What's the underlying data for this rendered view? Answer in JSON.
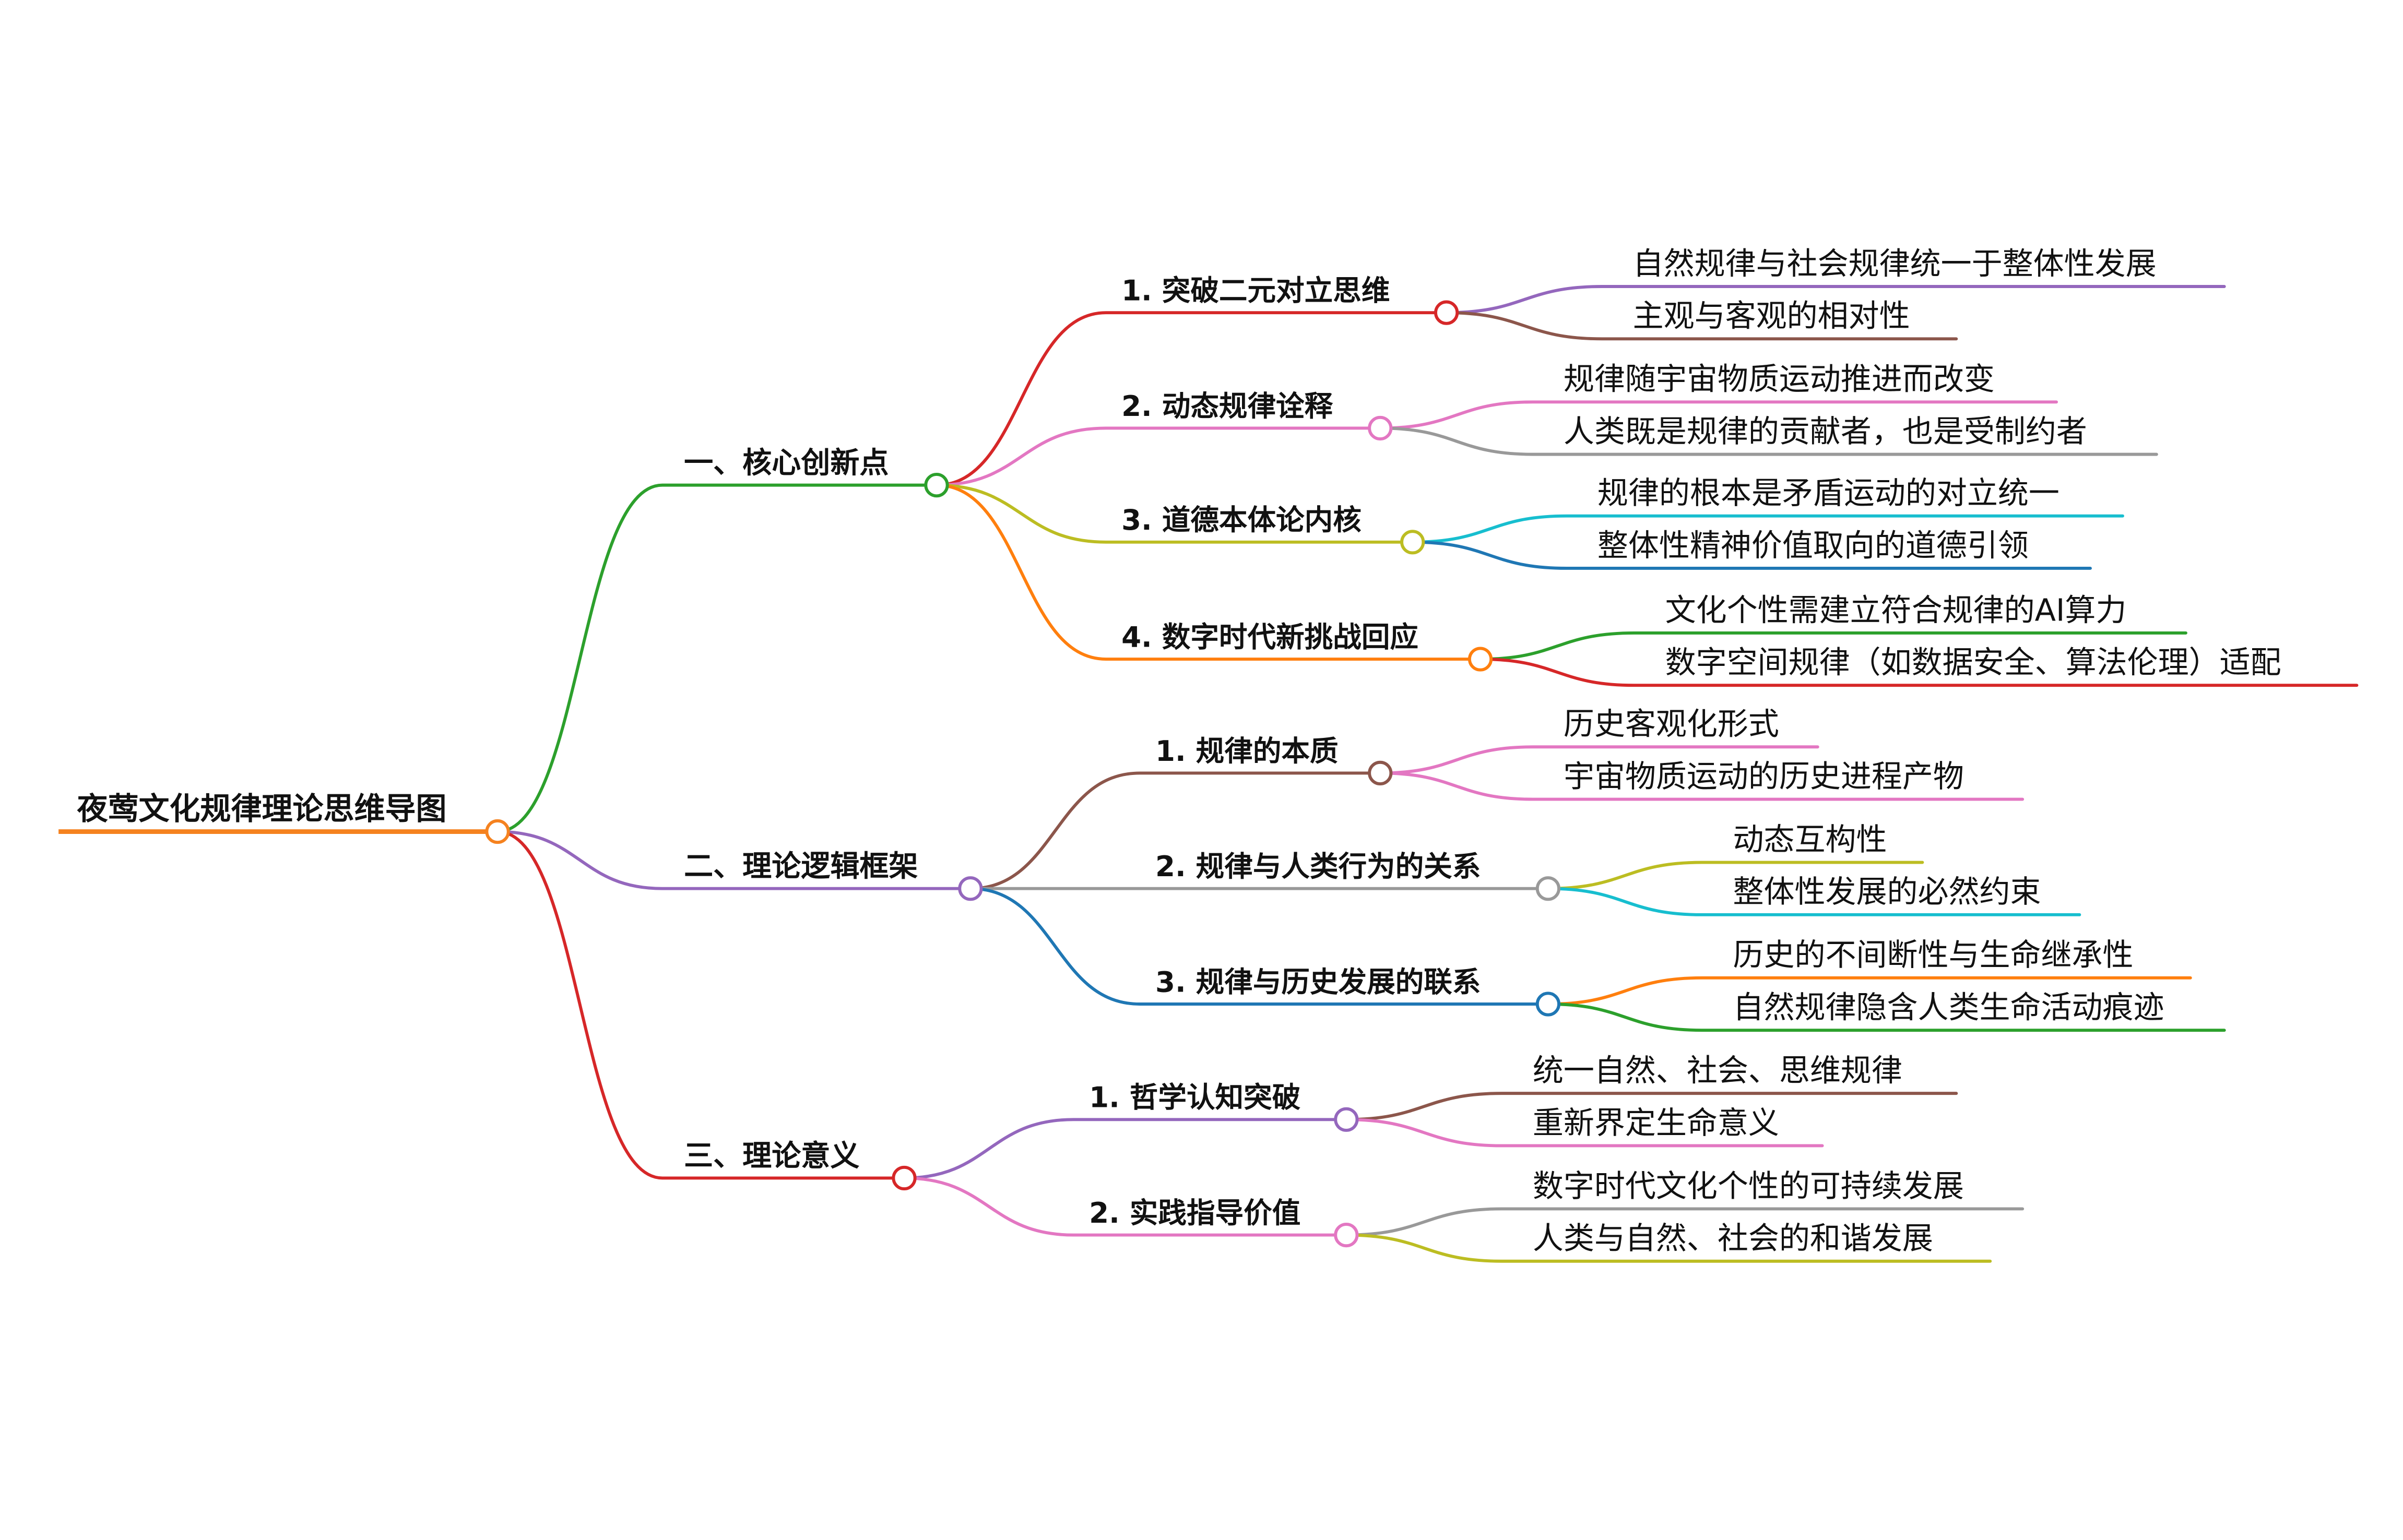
{
  "root": {
    "label": "夜莺文化规律理论思维导图",
    "color": "#f5821f"
  },
  "branches": [
    {
      "label": "一、核心创新点",
      "color": "#2ca02c",
      "children": [
        {
          "label": "1. 突破二元对立思维",
          "color": "#d62728",
          "leaves": [
            {
              "label": "自然规律与社会规律统一于整体性发展",
              "color": "#9467bd"
            },
            {
              "label": "主观与客观的相对性",
              "color": "#8c564b"
            }
          ]
        },
        {
          "label": "2. 动态规律诠释",
          "color": "#e377c2",
          "leaves": [
            {
              "label": "规律随宇宙物质运动推进而改变",
              "color": "#e377c2"
            },
            {
              "label": "人类既是规律的贡献者，也是受制约者",
              "color": "#999999"
            }
          ]
        },
        {
          "label": "3. 道德本体论内核",
          "color": "#bcbd22",
          "leaves": [
            {
              "label": "规律的根本是矛盾运动的对立统一",
              "color": "#17becf"
            },
            {
              "label": "整体性精神价值取向的道德引领",
              "color": "#1f77b4"
            }
          ]
        },
        {
          "label": "4. 数字时代新挑战回应",
          "color": "#ff7f0e",
          "leaves": [
            {
              "label": "文化个性需建立符合规律的AI算力",
              "color": "#2ca02c"
            },
            {
              "label": "数字空间规律（如数据安全、算法伦理）适配",
              "color": "#d62728"
            }
          ]
        }
      ]
    },
    {
      "label": "二、理论逻辑框架",
      "color": "#9467bd",
      "children": [
        {
          "label": "1. 规律的本质",
          "color": "#8c564b",
          "leaves": [
            {
              "label": "历史客观化形式",
              "color": "#e377c2"
            },
            {
              "label": "宇宙物质运动的历史进程产物",
              "color": "#e377c2"
            }
          ]
        },
        {
          "label": "2. 规律与人类行为的关系",
          "color": "#999999",
          "leaves": [
            {
              "label": "动态互构性",
              "color": "#bcbd22"
            },
            {
              "label": "整体性发展的必然约束",
              "color": "#17becf"
            }
          ]
        },
        {
          "label": "3. 规律与历史发展的联系",
          "color": "#1f77b4",
          "leaves": [
            {
              "label": "历史的不间断性与生命继承性",
              "color": "#ff7f0e"
            },
            {
              "label": "自然规律隐含人类生命活动痕迹",
              "color": "#2ca02c"
            }
          ]
        }
      ]
    },
    {
      "label": "三、理论意义",
      "color": "#d62728",
      "children": [
        {
          "label": "1. 哲学认知突破",
          "color": "#9467bd",
          "leaves": [
            {
              "label": "统一自然、社会、思维规律",
              "color": "#8c564b"
            },
            {
              "label": "重新界定生命意义",
              "color": "#e377c2"
            }
          ]
        },
        {
          "label": "2. 实践指导价值",
          "color": "#e377c2",
          "leaves": [
            {
              "label": "数字时代文化个性的可持续发展",
              "color": "#999999"
            },
            {
              "label": "人类与自然、社会的和谐发展",
              "color": "#bcbd22"
            }
          ]
        }
      ]
    }
  ]
}
